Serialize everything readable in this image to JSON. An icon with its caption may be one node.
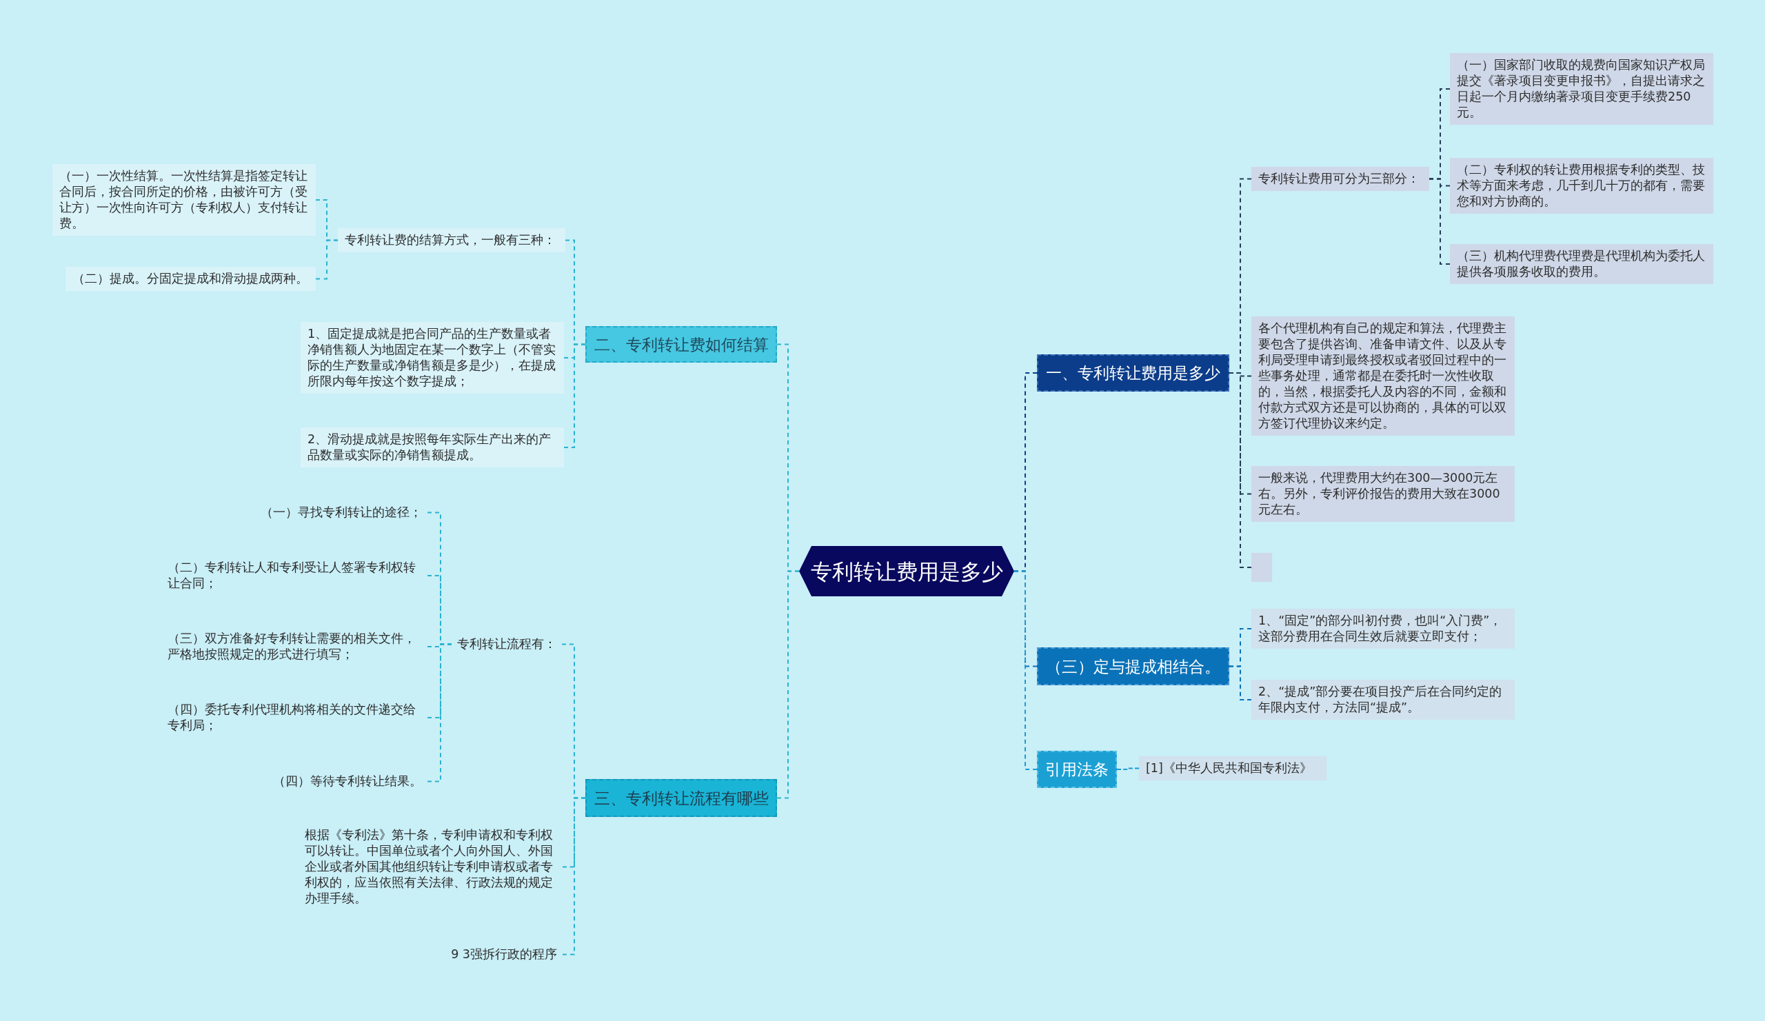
{
  "diagram": {
    "nodes": [
      {
        "text": [
          "专利转让费用是多少"
        ]
      },
      {
        "text": [
          "一、专利转让费用是多少"
        ]
      },
      {
        "text": [
          "专利转让费用可分为三部分："
        ]
      },
      {
        "text": [
          "（一）国家部门收取的规费向国家知识产权局提交《著录项目变更申报书》，自提出请求之日起一个月内缴纳著录项目变更手续费250元。"
        ]
      },
      {
        "text": [
          "（二）专利权的转让费用根据专利的类型、技术等方面来考虑，几千到几十万的都有，需要您和对方协商的。"
        ]
      },
      {
        "text": [
          "（三）机构代理费代理费是代理机构为委托人提供各项服务收取的费用。"
        ]
      },
      {
        "text": [
          "各个代理机构有自己的规定和算法，代理费主要包含了提供咨询、准备申请文件、以及从专利局受理申请到最终授权或者驳回过程中的一些事务处理，通常都是在委托时一次性收取的，当然，根据委托人及内容的不同，金额和付款方式双方还是可以协商的，具体的可以双方签订代理协议来约定。"
        ]
      },
      {
        "text": [
          "一般来说，代理费用大约在300—3000元左右。另外，专利评价报告的费用大致在3000元左右。"
        ]
      },
      {
        "text": [],
        "shape": "box"
      },
      {
        "text": [
          "（三）定与提成相结合。"
        ]
      },
      {
        "text": [
          "1、“固定”的部分叫初付费，也叫“入门费”，这部分费用在合同生效后就要立即支付；"
        ]
      },
      {
        "text": [
          "2、“提成”部分要在项目投产后在合同约定的年限内支付，方法同“提成”。"
        ]
      },
      {
        "text": [
          "引用法条"
        ]
      },
      {
        "text": [
          "[1]《中华人民共和国专利法》"
        ]
      },
      {
        "text": [
          "二、专利转让费如何结算"
        ]
      },
      {
        "text": [
          "专利转让费的结算方式，一般有三种："
        ]
      },
      {
        "text": [
          "（一）一次性结算。一次性结算是指签定转让合同后，按合同所定的价格，由被许可方（受让方）一次性向许可方（专利权人）支付转让费。"
        ]
      },
      {
        "text": [
          "（二）提成。分固定提成和滑动提成两种。"
        ]
      },
      {
        "text": [
          "1、固定提成就是把合同产品的生产数量或者净销售额人为地固定在某一个数字上（不管实际的生产数量或净销售额是多是少），在提成所限内每年按这个数字提成；"
        ]
      },
      {
        "text": [
          "2、滑动提成就是按照每年实际生产出来的产品数量或实际的净销售额提成。"
        ]
      },
      {
        "text": [
          "三、专利转让流程有哪些"
        ]
      },
      {
        "text": [
          "专利转让流程有："
        ]
      },
      {
        "text": [
          "（一）寻找专利转让的途径；"
        ]
      },
      {
        "text": [
          "（二）专利转让人和专利受让人签署专利权转让合同；"
        ]
      },
      {
        "text": [
          "（三）双方准备好专利转让需要的相关文件，严格地按照规定的形式进行填写；"
        ]
      },
      {
        "text": [
          "（四）委托专利代理机构将相关的文件递交给专利局；"
        ]
      },
      {
        "text": [
          "（四）等待专利转让结果。"
        ]
      },
      {
        "text": [
          "根据《专利法》第十条，专利申请权和专利权可以转让。中国单位或者个人向外国人、外国企业或者外国其他组织转让专利申请权或者专利权的，应当依照有关法律、行政法规的规定办理手续。"
        ]
      },
      {
        "text": [
          "9 3强拆行政的程序"
        ]
      }
    ],
    "edges": [
      {
        "from": 0,
        "to": 1,
        "arrow": "none",
        "color": "#0d3f8a"
      },
      {
        "from": 1,
        "to": 2,
        "arrow": "none",
        "color": "#243b55"
      },
      {
        "from": 2,
        "to": 3,
        "arrow": "none",
        "color": "#243b55"
      },
      {
        "from": 2,
        "to": 4,
        "arrow": "none",
        "color": "#243b55"
      },
      {
        "from": 2,
        "to": 5,
        "arrow": "none",
        "color": "#243b55"
      },
      {
        "from": 1,
        "to": 6,
        "arrow": "none",
        "color": "#243b55"
      },
      {
        "from": 1,
        "to": 7,
        "arrow": "none",
        "color": "#243b55"
      },
      {
        "from": 1,
        "to": 8,
        "arrow": "none",
        "color": "#243b55"
      },
      {
        "from": 0,
        "to": 9,
        "arrow": "none",
        "color": "#0a72b8"
      },
      {
        "from": 9,
        "to": 10,
        "arrow": "none",
        "color": "#0a72b8"
      },
      {
        "from": 9,
        "to": 11,
        "arrow": "none",
        "color": "#0a72b8"
      },
      {
        "from": 0,
        "to": 12,
        "arrow": "none",
        "color": "#1b9bd1"
      },
      {
        "from": 12,
        "to": 13,
        "arrow": "none",
        "color": "#1b9bd1"
      },
      {
        "from": 0,
        "to": 14,
        "arrow": "none"
      },
      {
        "from": 14,
        "to": 15,
        "arrow": "none"
      },
      {
        "from": 15,
        "to": 16,
        "arrow": "none"
      },
      {
        "from": 15,
        "to": 17,
        "arrow": "none"
      },
      {
        "from": 14,
        "to": 18,
        "arrow": "none"
      },
      {
        "from": 14,
        "to": 19,
        "arrow": "none"
      },
      {
        "from": 0,
        "to": 20,
        "arrow": "none"
      },
      {
        "from": 20,
        "to": 21,
        "arrow": "none"
      },
      {
        "from": 21,
        "to": 22,
        "arrow": "none"
      },
      {
        "from": 21,
        "to": 23,
        "arrow": "none"
      },
      {
        "from": 21,
        "to": 24,
        "arrow": "none"
      },
      {
        "from": 21,
        "to": 25,
        "arrow": "none"
      },
      {
        "from": 21,
        "to": 26,
        "arrow": "none"
      },
      {
        "from": 20,
        "to": 27,
        "arrow": "none"
      },
      {
        "from": 20,
        "to": 28,
        "arrow": "none"
      }
    ]
  }
}
